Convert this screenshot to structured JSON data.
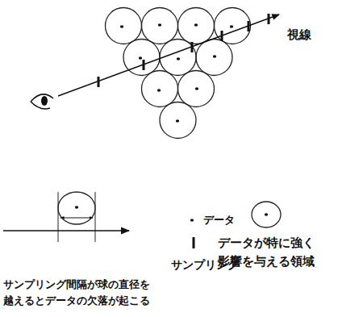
{
  "diagram": {
    "labels": [
      "視線",
      "サンプリング間隔が球の直径を 越えるとデータの欠落が起こる"
    ],
    "legend": [
      {
        "text": "サンプリング"
      },
      {
        "text": "データ"
      },
      {
        "text": "データが特に強く 影響を与える領域"
      }
    ]
  }
}
